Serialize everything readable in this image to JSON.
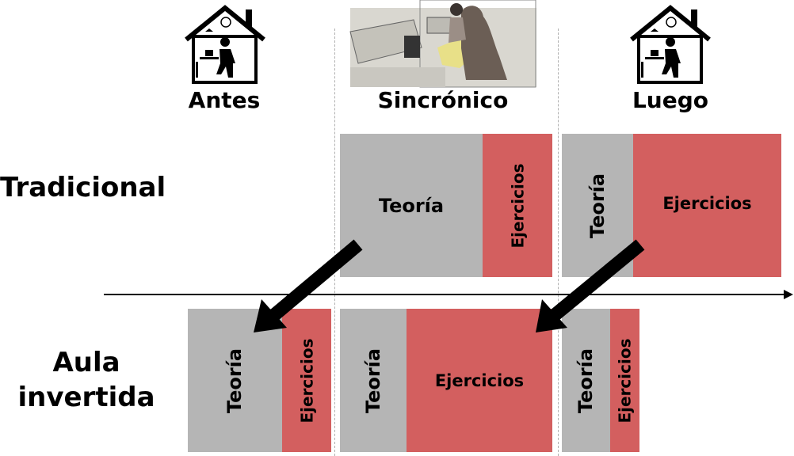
{
  "columns": {
    "before": "Antes",
    "sync": "Sincrónico",
    "after": "Luego"
  },
  "rows": {
    "traditional": "Tradicional",
    "flipped_line1": "Aula",
    "flipped_line2": "invertida"
  },
  "blocks": {
    "theory": "Teoría",
    "exercises": "Ejercicios"
  },
  "colors": {
    "theory": "#b5b5b5",
    "exercises": "#d35f5f"
  },
  "icons": [
    "home-office-icon",
    "classroom-photo",
    "home-office-icon"
  ]
}
